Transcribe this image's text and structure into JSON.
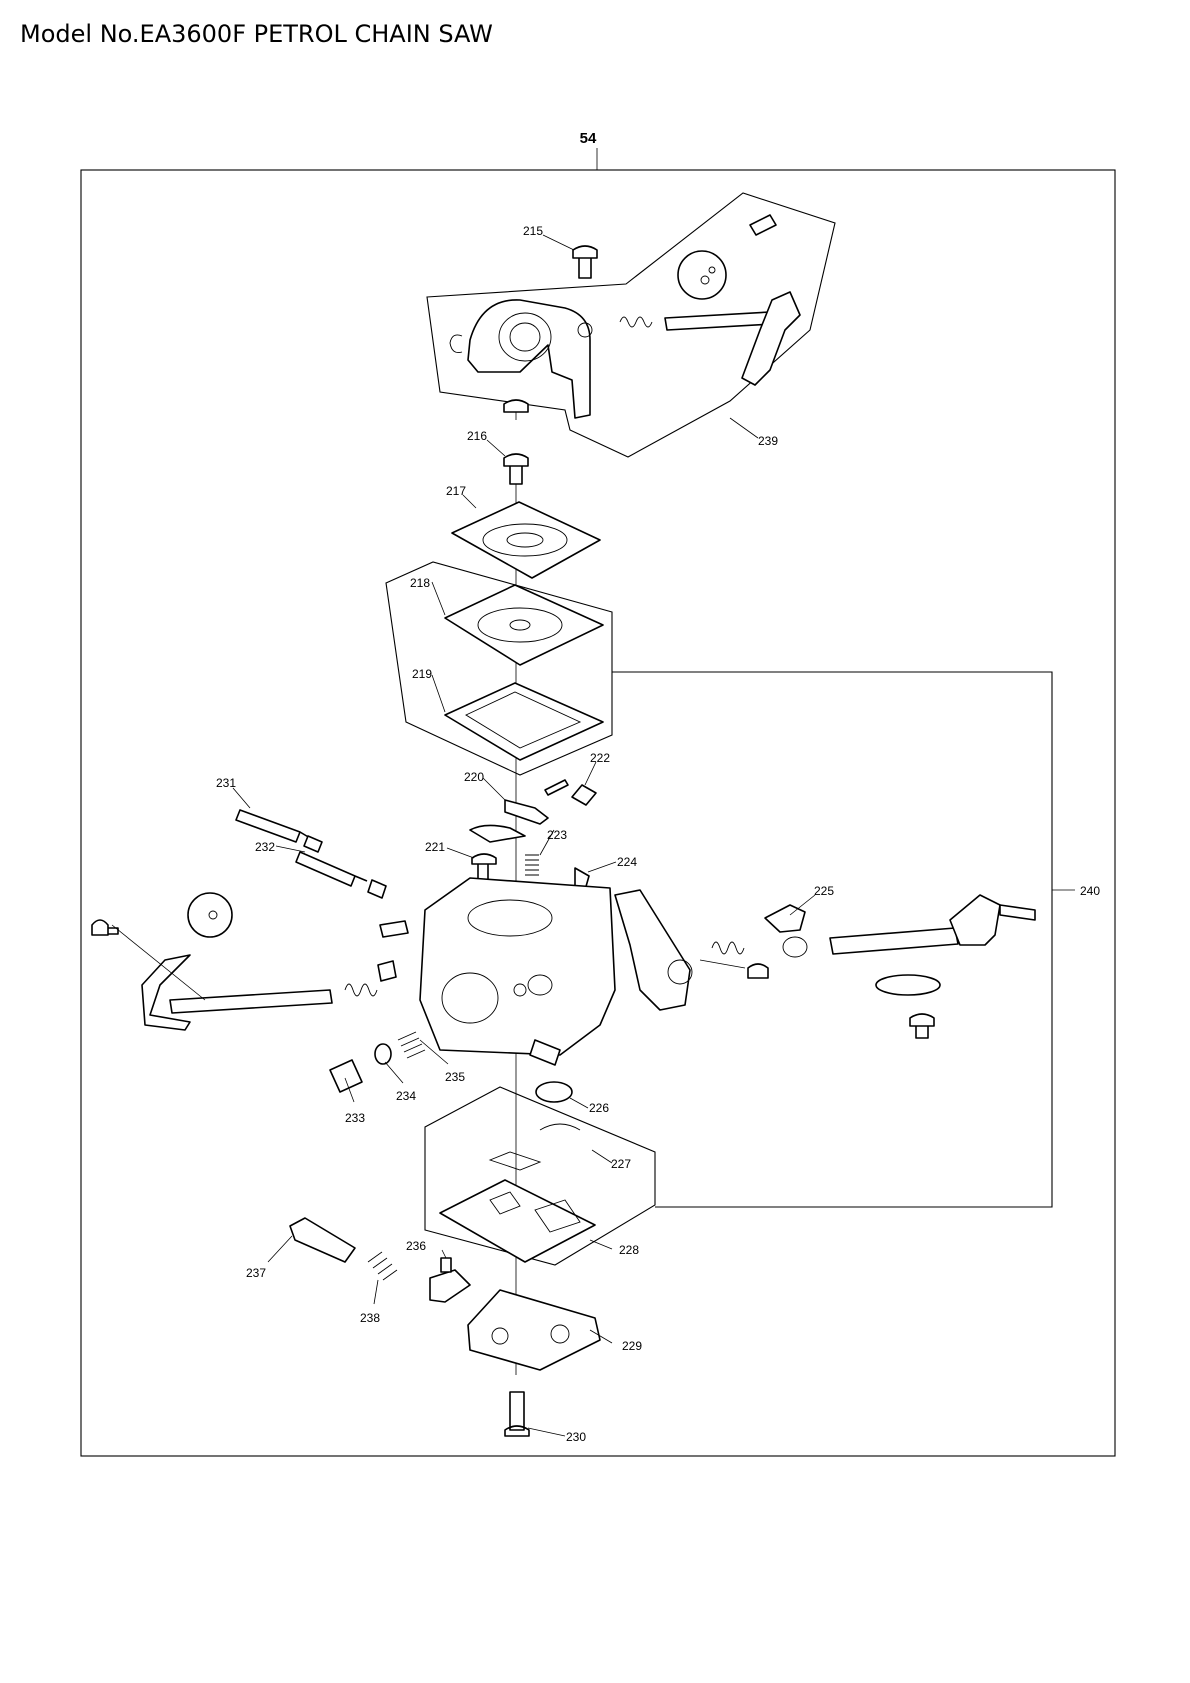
{
  "title": "Model No.EA3600F PETROL CHAIN SAW",
  "assembly": {
    "number": "54"
  },
  "parts": [
    "215",
    "216",
    "217",
    "218",
    "219",
    "220",
    "221",
    "222",
    "223",
    "224",
    "225",
    "226",
    "227",
    "228",
    "229",
    "230",
    "231",
    "232",
    "233",
    "234",
    "235",
    "236",
    "237",
    "238",
    "239",
    "240"
  ]
}
